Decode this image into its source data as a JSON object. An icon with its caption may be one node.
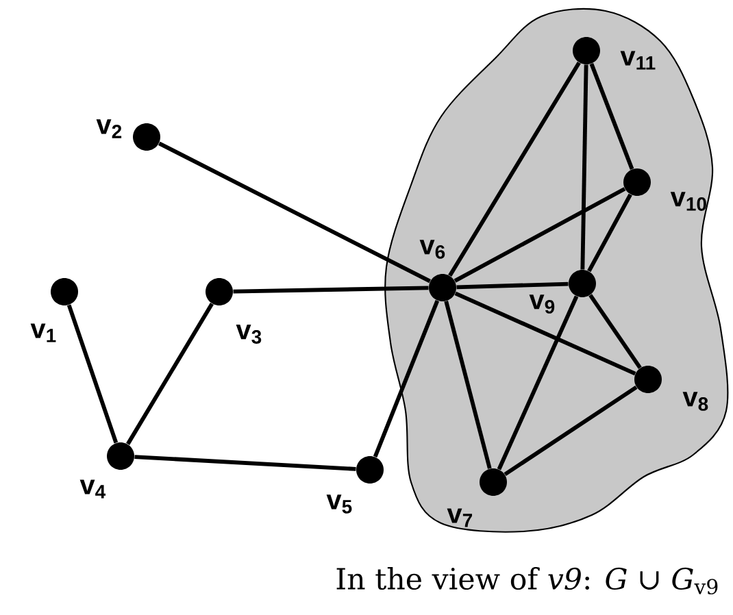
{
  "diagram": {
    "caption": "In the view of *v9*: *G* ∪ *G*$_{v9}$",
    "nodes": [
      {
        "text": [],
        "shape": "circle",
        "beside": [
          "v$_{1}$"
        ]
      },
      {
        "text": [],
        "shape": "circle",
        "beside": [
          "v$_{2}$"
        ]
      },
      {
        "text": [],
        "shape": "circle",
        "beside": [
          "v$_{3}$"
        ]
      },
      {
        "text": [],
        "shape": "circle",
        "beside": [
          "v$_{4}$"
        ]
      },
      {
        "text": [],
        "shape": "circle",
        "beside": [
          "v$_{5}$"
        ]
      },
      {
        "text": [],
        "shape": "circle",
        "beside": [
          "v$_{6}$"
        ]
      },
      {
        "text": [],
        "shape": "circle",
        "beside": [
          "v$_{7}$"
        ]
      },
      {
        "text": [],
        "shape": "circle",
        "beside": [
          "v$_{8}$"
        ]
      },
      {
        "text": [],
        "shape": "circle",
        "beside": [
          "v$_{9}$"
        ]
      },
      {
        "text": [],
        "shape": "circle",
        "beside": [
          "v$_{10}$"
        ]
      },
      {
        "text": [],
        "shape": "circle",
        "beside": [
          "v$_{11}$"
        ]
      }
    ],
    "edges": [
      {
        "from": 0,
        "to": 3,
        "arrow": "none"
      },
      {
        "from": 3,
        "to": 2,
        "arrow": "none"
      },
      {
        "from": 3,
        "to": 4,
        "arrow": "none"
      },
      {
        "from": 4,
        "to": 5,
        "arrow": "none"
      },
      {
        "from": 2,
        "to": 5,
        "arrow": "none"
      },
      {
        "from": 1,
        "to": 5,
        "arrow": "none"
      },
      {
        "from": 5,
        "to": 10,
        "arrow": "none"
      },
      {
        "from": 5,
        "to": 9,
        "arrow": "none"
      },
      {
        "from": 5,
        "to": 8,
        "arrow": "none"
      },
      {
        "from": 5,
        "to": 7,
        "arrow": "none"
      },
      {
        "from": 5,
        "to": 6,
        "arrow": "none"
      },
      {
        "from": 10,
        "to": 9,
        "arrow": "none"
      },
      {
        "from": 10,
        "to": 8,
        "arrow": "none"
      },
      {
        "from": 9,
        "to": 8,
        "arrow": "none"
      },
      {
        "from": 8,
        "to": 7,
        "arrow": "none"
      },
      {
        "from": 8,
        "to": 6,
        "arrow": "none"
      },
      {
        "from": 7,
        "to": 6,
        "arrow": "none"
      }
    ]
  }
}
